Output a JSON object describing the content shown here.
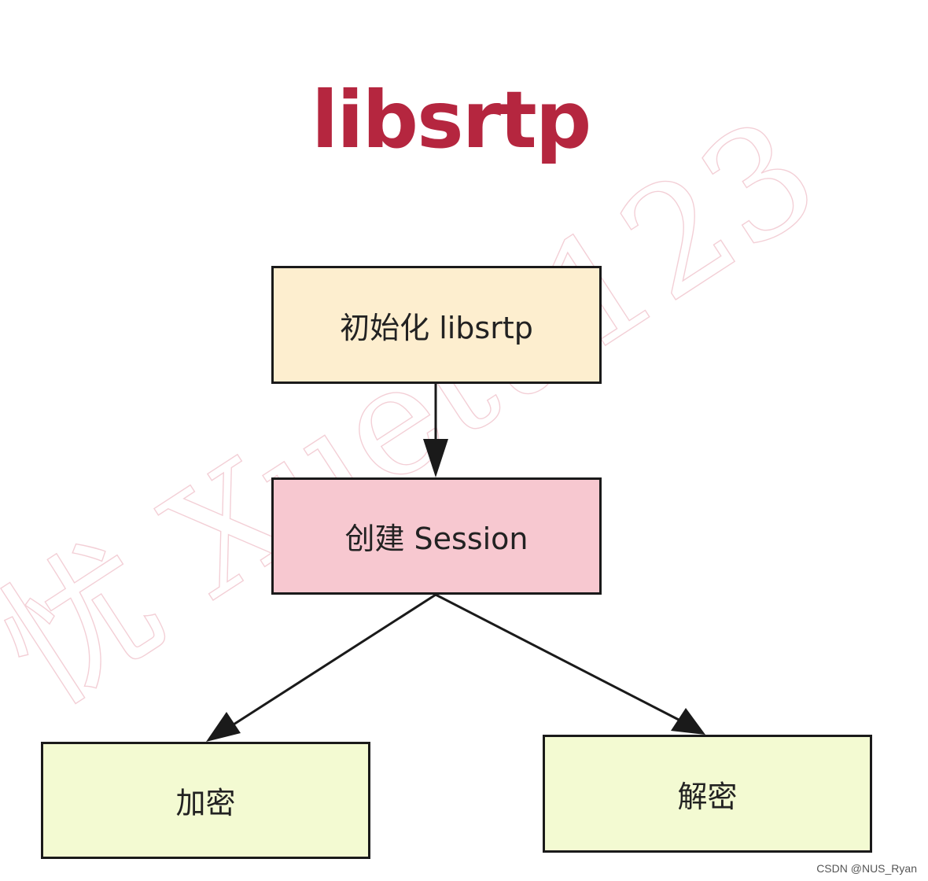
{
  "title": "libsrtp",
  "nodes": {
    "init": "初始化 libsrtp",
    "session": "创建 Session",
    "encrypt": "加密",
    "decrypt": "解密"
  },
  "edges": [
    {
      "from": "init",
      "to": "session"
    },
    {
      "from": "session",
      "to": "encrypt"
    },
    {
      "from": "session",
      "to": "decrypt"
    }
  ],
  "watermark": "忧 Xuetu123",
  "credit": "CSDN @NUS_Ryan",
  "colors": {
    "title": "#b5263f",
    "init_fill": "#fdeecf",
    "session_fill": "#f7c8d0",
    "leaf_fill": "#f3fad2",
    "border": "#1a1a1a"
  }
}
